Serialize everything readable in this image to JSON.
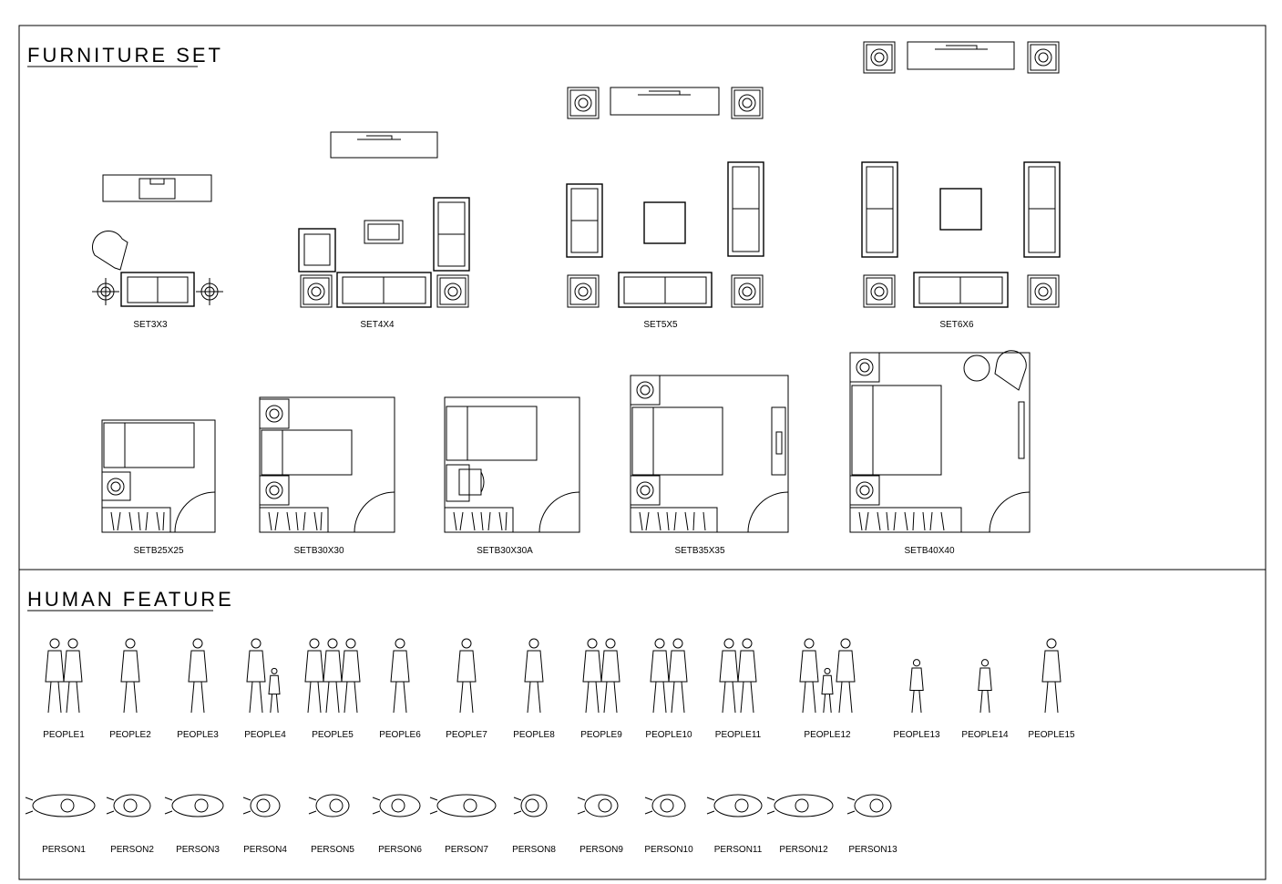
{
  "sections": {
    "furniture": {
      "title": "FURNITURE SET"
    },
    "human": {
      "title": "HUMAN FEATURE"
    }
  },
  "living_sets": [
    "SET3X3",
    "SET4X4",
    "SET5X5",
    "SET6X6"
  ],
  "bedroom_sets": [
    "SETB25X25",
    "SETB30X30",
    "SETB30X30A",
    "SETB35X35",
    "SETB40X40"
  ],
  "people": [
    "PEOPLE1",
    "PEOPLE2",
    "PEOPLE3",
    "PEOPLE4",
    "PEOPLE5",
    "PEOPLE6",
    "PEOPLE7",
    "PEOPLE8",
    "PEOPLE9",
    "PEOPLE10",
    "PEOPLE11",
    "PEOPLE12",
    "PEOPLE13",
    "PEOPLE14",
    "PEOPLE15"
  ],
  "persons": [
    "PERSON1",
    "PERSON2",
    "PERSON3",
    "PERSON4",
    "PERSON5",
    "PERSON6",
    "PERSON7",
    "PERSON8",
    "PERSON9",
    "PERSON10",
    "PERSON11",
    "PERSON12",
    "PERSON13"
  ]
}
